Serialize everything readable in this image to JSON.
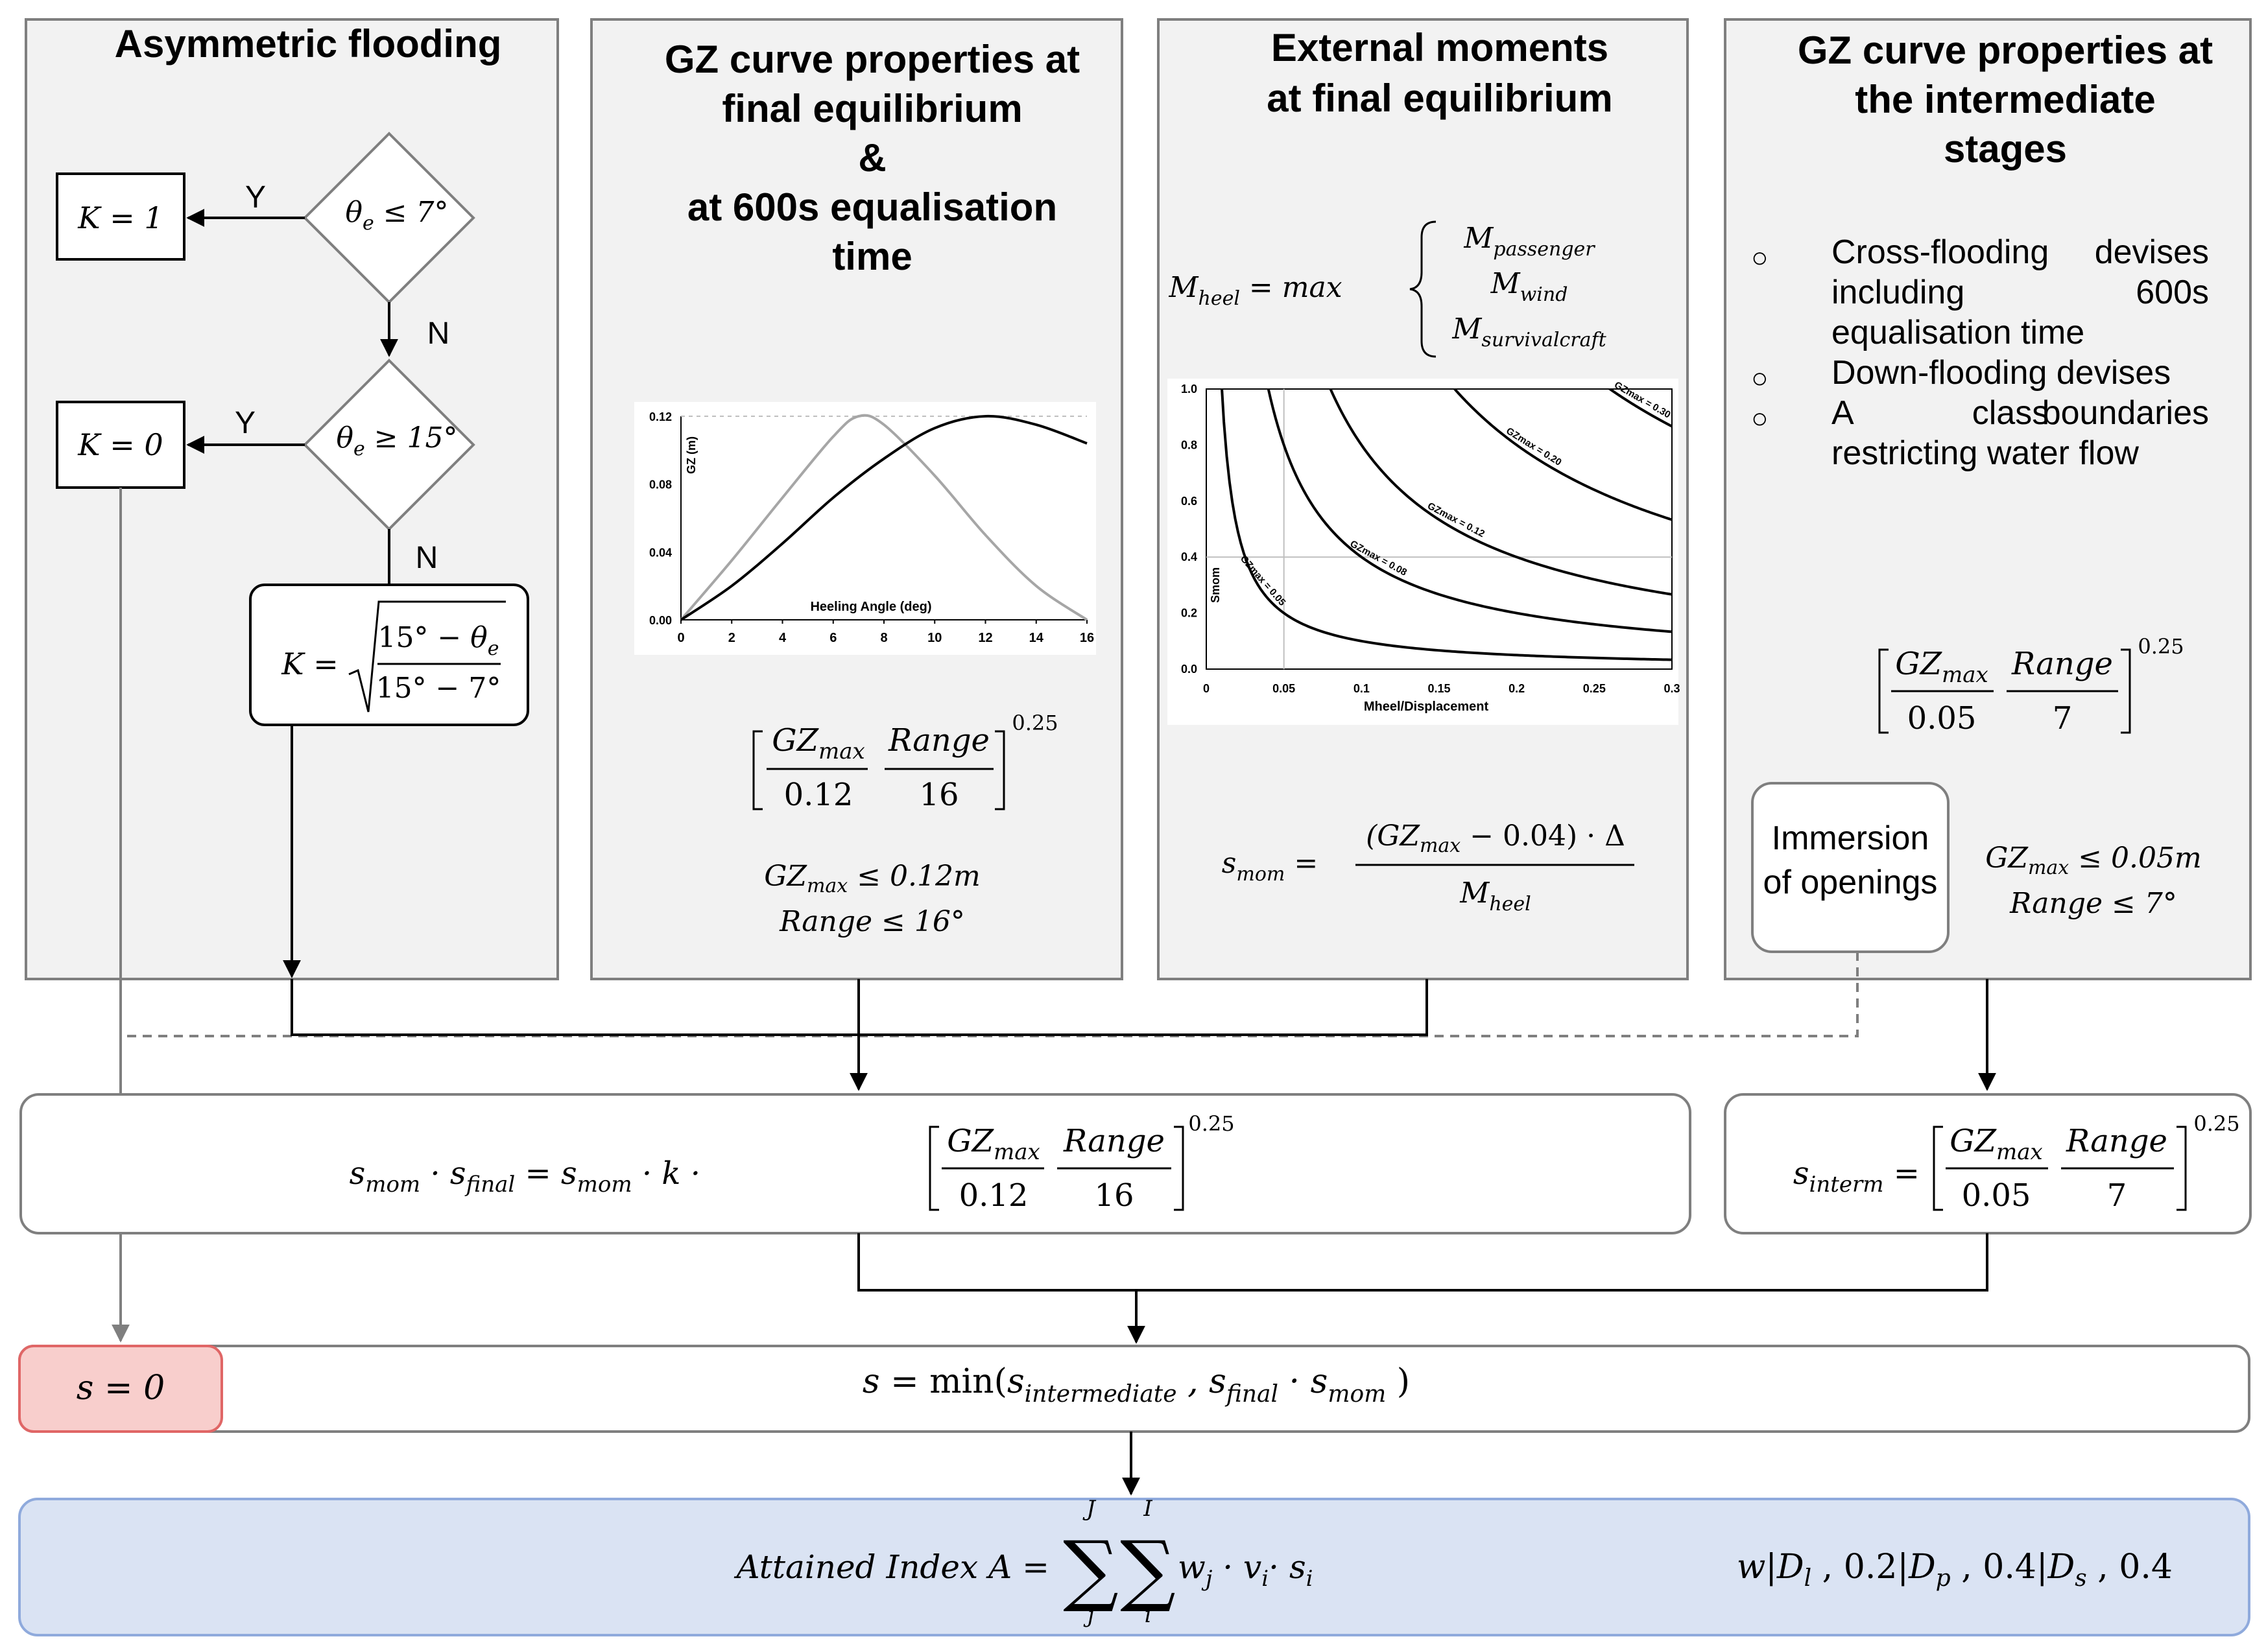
{
  "panels": {
    "asym": {
      "title": "Asymmetric flooding"
    },
    "final": {
      "title_lines": [
        "GZ curve properties at",
        "final equilibrium",
        "&",
        "at 600s equalisation",
        "time"
      ]
    },
    "moments": {
      "title_lines": [
        "External moments",
        "at final equilibrium"
      ]
    },
    "interm": {
      "title_lines": [
        "GZ curve properties at",
        "the intermediate",
        "stages"
      ]
    }
  },
  "flowchart": {
    "k1": "K = 1",
    "k0": "K = 0",
    "cond1": "θe ≤ 7°",
    "cond2": "θe ≥ 15°",
    "yes": "Y",
    "no": "N",
    "k_formula_lhs": "K =",
    "k_num": "15° − θe",
    "k_den": "15° − 7°"
  },
  "final_formulas": {
    "bracket_num_a": "GZmax",
    "bracket_den_a": "0.12",
    "bracket_num_b": "Range",
    "bracket_den_b": "16",
    "exponent": "0.25",
    "cond_gz": "GZmax ≤ 0.12m",
    "cond_range": "Range ≤ 16°"
  },
  "moments_formulas": {
    "mheel_lhs": "Mheel = max",
    "m_passenger": "Mpassenger",
    "m_wind": "Mwind",
    "m_survival": "Msurvivalcraft",
    "smom_lhs": "smom =",
    "smom_num": "(GZmax − 0.04) · Δ",
    "smom_den": "Mheel"
  },
  "interm_content": {
    "bullets": [
      [
        "Cross-flooding devises including 600s",
        "including",
        "600s",
        "equalisation time"
      ],
      [
        "Down-flooding devises"
      ],
      [
        "A class boundaries",
        "restricting water flow"
      ]
    ],
    "bullet_lines": [
      "Cross-flooding",
      "devises",
      "including",
      "600s",
      "equalisation time",
      "Down-flooding devises",
      "A",
      "class",
      "boundaries",
      "restricting water flow"
    ],
    "bracket_den_a": "0.05",
    "bracket_den_b": "7",
    "immersion_lines": [
      "Immersion",
      "of openings"
    ],
    "cond_gz": "GZmax ≤ 0.05m",
    "cond_range": "Range ≤ 7°"
  },
  "bottom": {
    "sfinal_lhs": "smom · sfinal = smom · k ·",
    "sinterm_lhs": "sinterm =",
    "s_zero": "s = 0",
    "s_min": "s = min(sintermediate , sfinal · smom )",
    "attained": "Attained Index A =",
    "sum_upper_j": "J",
    "sum_lower_j": "j",
    "sum_upper_i": "I",
    "sum_lower_i": "i",
    "summand": "wj · vi · si",
    "weights": "w|Dl , 0.2|Dp , 0.4|Ds , 0.4"
  },
  "colors": {
    "panel_fill": "#f2f2f2",
    "red_box": "#f8cecc",
    "red_border": "#e06666",
    "blue_box": "#dae3f3",
    "blue_border": "#8faadc"
  },
  "chart_data": [
    {
      "type": "line",
      "title": "",
      "xlabel": "Heeling Angle (deg)",
      "ylabel": "GZ (m)",
      "xlim": [
        0,
        16
      ],
      "ylim": [
        0,
        0.12
      ],
      "xticks": [
        0,
        2,
        4,
        6,
        8,
        10,
        12,
        14,
        16
      ],
      "yticks": [
        0.0,
        0.04,
        0.08,
        0.12
      ],
      "series": [
        {
          "x": [
            0,
            2,
            4,
            6,
            7,
            8,
            10,
            12,
            14,
            16
          ],
          "y": [
            0,
            0.035,
            0.072,
            0.108,
            0.12,
            0.115,
            0.085,
            0.05,
            0.02,
            0
          ]
        },
        {
          "x": [
            0,
            2,
            4,
            6,
            8,
            10,
            12,
            14,
            16
          ],
          "y": [
            0,
            0.02,
            0.045,
            0.072,
            0.095,
            0.113,
            0.12,
            0.115,
            0.104
          ]
        }
      ]
    },
    {
      "type": "line",
      "title": "",
      "xlabel": "Mheel/Displacement",
      "ylabel": "Smom",
      "xlim": [
        0,
        0.3
      ],
      "ylim": [
        0,
        1.0
      ],
      "xticks": [
        0,
        0.05,
        0.1,
        0.15,
        0.2,
        0.25,
        0.3
      ],
      "yticks": [
        0.0,
        0.2,
        0.4,
        0.6,
        0.8,
        1.0
      ],
      "series": [
        {
          "label": "GZmax = 0.05",
          "k": 0.01
        },
        {
          "label": "GZmax = 0.08",
          "k": 0.04
        },
        {
          "label": "GZmax = 0.12",
          "k": 0.08
        },
        {
          "label": "GZmax = 0.20",
          "k": 0.16
        },
        {
          "label": "GZmax = 0.30",
          "k": 0.26
        }
      ]
    }
  ]
}
